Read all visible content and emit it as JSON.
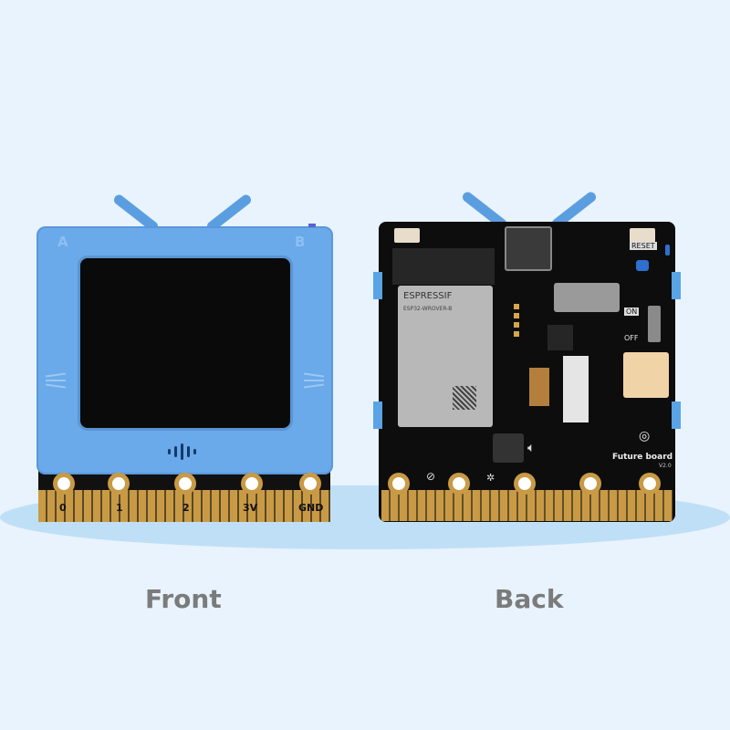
{
  "labels": {
    "front": "Front",
    "back": "Back"
  },
  "front": {
    "button_a": "A",
    "button_b": "B",
    "pins": [
      "0",
      "1",
      "2",
      "3V",
      "GND"
    ]
  },
  "back": {
    "module_brand": "ESPRESSIF",
    "module_model": "ESP32-WROVER-B",
    "reset_label": "RESET",
    "on_label": "ON",
    "off_label": "OFF",
    "board_name": "Future board",
    "board_version": "V2.0"
  },
  "colors": {
    "background": "#e8f3fd",
    "case": "#6aa9ea",
    "gold": "#c99a45",
    "pcb": "#0d0d0d",
    "caption": "#7b7b7b"
  }
}
